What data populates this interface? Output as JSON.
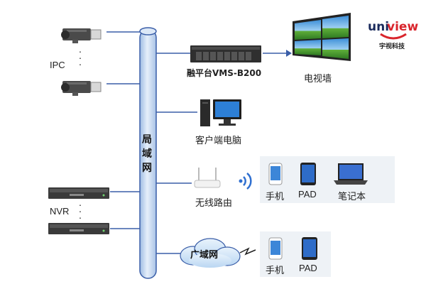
{
  "lan": {
    "chars": [
      "局",
      "域",
      "网"
    ]
  },
  "ipc": {
    "label": "IPC"
  },
  "nvr": {
    "label": "NVR"
  },
  "vms": {
    "label": "融平台VMS-B200"
  },
  "videowall": {
    "label": "电视墙"
  },
  "client_pc": {
    "label": "客户端电脑"
  },
  "wireless_router": {
    "label": "无线路由"
  },
  "wireless_devices": {
    "phone": "手机",
    "pad": "PAD",
    "laptop": "笔记本"
  },
  "wan": {
    "label": "广域网"
  },
  "wan_devices": {
    "phone": "手机",
    "pad": "PAD"
  },
  "logo": {
    "brand_uni": "uni",
    "brand_view": "view",
    "brand_cn": "宇视科技"
  },
  "colors": {
    "line": "#3a5ea8",
    "lan_pipe": "#cfe0f4",
    "cloud": "#cde3f7",
    "brand_red": "#d9252c",
    "brand_dark": "#1a2a5c"
  }
}
